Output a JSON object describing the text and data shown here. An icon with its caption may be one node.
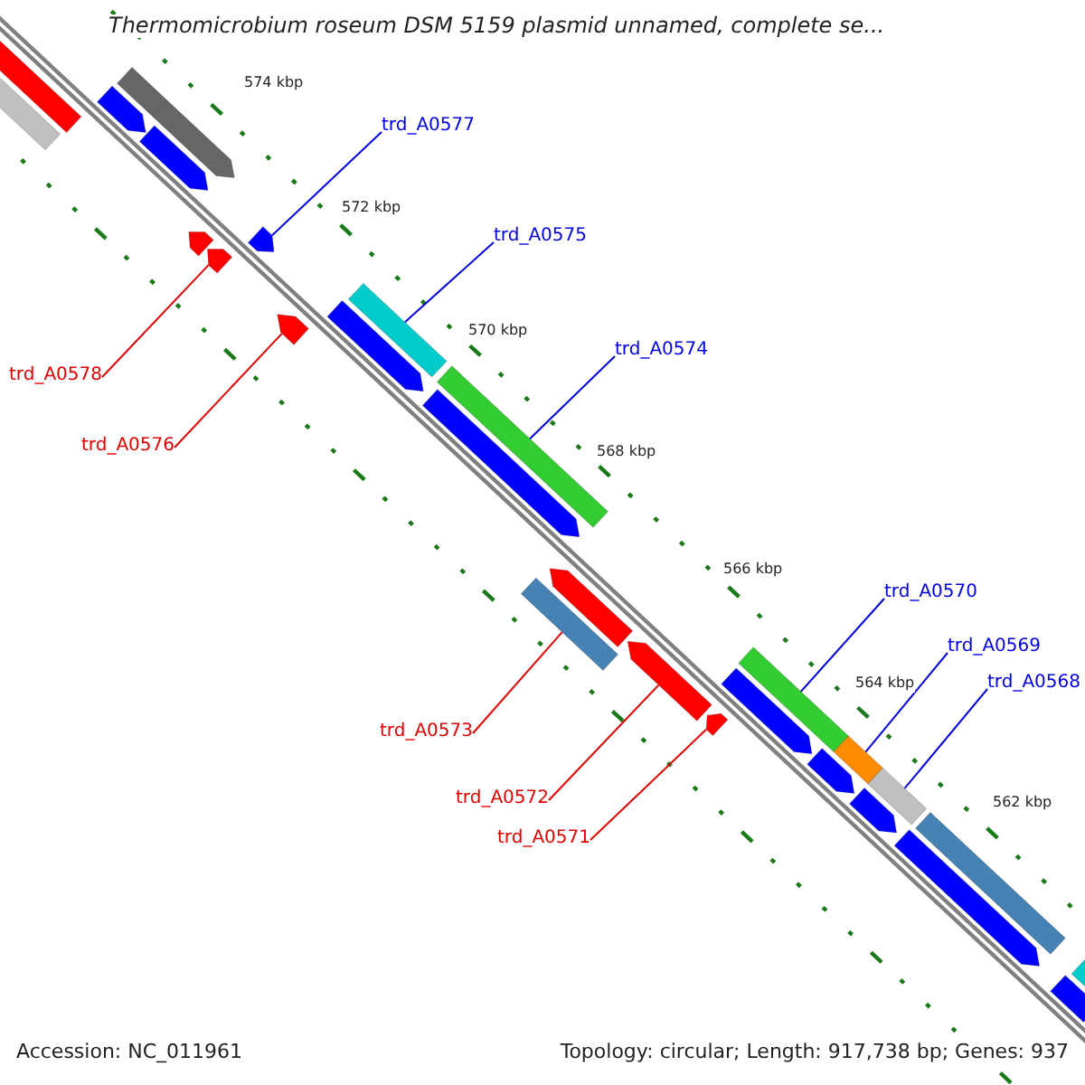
{
  "diagram": {
    "title": "Thermomicrobium roseum DSM 5159 plasmid unnamed, complete se...",
    "nodes": [
      {
        "text": [
          "trd_A0577"
        ]
      },
      {
        "text": [
          "trd_A0575"
        ]
      },
      {
        "text": [
          "trd_A0574"
        ]
      },
      {
        "text": [
          "trd_A0578"
        ]
      },
      {
        "text": [
          "trd_A0576"
        ]
      },
      {
        "text": [
          "trd_A0570"
        ]
      },
      {
        "text": [
          "trd_A0569"
        ]
      },
      {
        "text": [
          "trd_A0568"
        ]
      },
      {
        "text": [
          "trd_A0573"
        ]
      },
      {
        "text": [
          "trd_A0572"
        ]
      },
      {
        "text": [
          "trd_A0571"
        ]
      },
      {
        "text": [],
        "shape": "bar"
      },
      {
        "text": [],
        "shape": "bar"
      },
      {
        "text": [],
        "shape": "bar"
      },
      {
        "text": [],
        "shape": "bar"
      },
      {
        "text": [],
        "shape": "bar"
      },
      {
        "text": [],
        "shape": "bar"
      },
      {
        "text": [],
        "shape": "bar"
      },
      {
        "text": [],
        "shape": "bar"
      },
      {
        "text": [],
        "shape": "bar"
      },
      {
        "text": [],
        "shape": "bar"
      },
      {
        "text": [],
        "shape": "bar"
      },
      {
        "text": [],
        "shape": "bar"
      },
      {
        "text": [],
        "shape": "bar"
      },
      {
        "text": [],
        "shape": "bar"
      },
      {
        "text": [],
        "shape": "bar"
      },
      {
        "text": [],
        "shape": "bar"
      },
      {
        "text": [],
        "shape": "bar"
      },
      {
        "text": [],
        "shape": "bar"
      },
      {
        "text": [],
        "shape": "bar"
      },
      {
        "text": [],
        "shape": "bar"
      },
      {
        "text": [],
        "shape": "bar"
      },
      {
        "text": [],
        "shape": "bar"
      },
      {
        "text": [],
        "shape": "bar"
      },
      {
        "text": [],
        "shape": "bar"
      },
      {
        "text": [],
        "shape": "bar"
      },
      {
        "text": [],
        "shape": "bar"
      },
      {
        "text": [],
        "shape": "bar"
      },
      {
        "text": [],
        "shape": "bar"
      }
    ],
    "edges": [
      {
        "from": 0,
        "to": 19,
        "arrow": "none"
      },
      {
        "from": 1,
        "to": 22,
        "arrow": "none"
      },
      {
        "from": 2,
        "to": 23,
        "arrow": "none"
      },
      {
        "from": 3,
        "to": 18,
        "arrow": "none",
        "color": "#e00000"
      },
      {
        "from": 4,
        "to": 20,
        "arrow": "none",
        "color": "#e00000"
      },
      {
        "from": 5,
        "to": 28,
        "arrow": "none"
      },
      {
        "from": 6,
        "to": 32,
        "arrow": "none"
      },
      {
        "from": 7,
        "to": 34,
        "arrow": "none"
      },
      {
        "from": 8,
        "to": 25,
        "arrow": "none",
        "color": "#e00000"
      },
      {
        "from": 9,
        "to": 27,
        "arrow": "none",
        "color": "#e00000"
      },
      {
        "from": 10,
        "to": 30,
        "arrow": "none",
        "color": "#e00000"
      }
    ],
    "labels": [
      "574 kbp",
      "572 kbp",
      "570 kbp",
      "568 kbp",
      "566 kbp",
      "564 kbp",
      "562 kbp",
      "Accession: NC_011961",
      "Topology: circular; Length: 917,738 bp; Genes: 937"
    ]
  }
}
